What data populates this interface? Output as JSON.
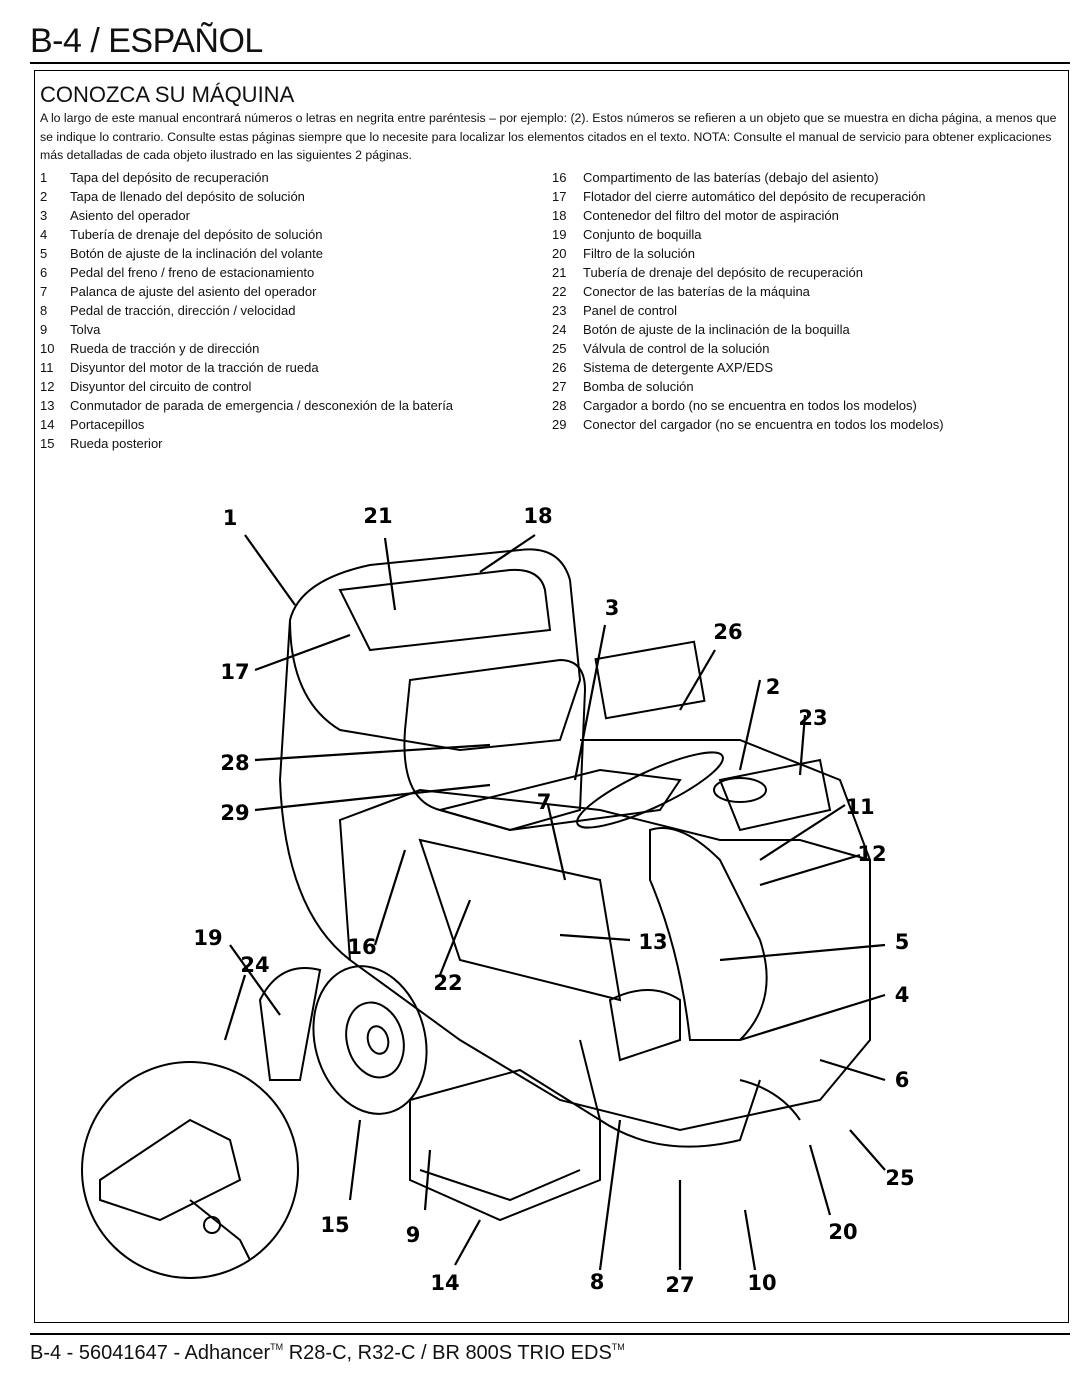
{
  "header": {
    "title": "B-4 / ESPAÑOL"
  },
  "section": {
    "title": "CONOZCA SU MÁQUINA",
    "intro": "A lo largo de este manual encontrará números o letras en negrita entre paréntesis – por ejemplo: (2). Estos números se refieren a un objeto que se muestra en dicha página, a menos que se indique lo contrario. Consulte estas páginas siempre que lo necesite para localizar los elementos citados en el texto. NOTA: Consulte el manual de servicio para obtener explicaciones más detalladas de cada objeto ilustrado en las siguientes 2 páginas."
  },
  "parts_left": [
    {
      "n": "1",
      "label": "Tapa del depósito de recuperación"
    },
    {
      "n": "2",
      "label": "Tapa de llenado del depósito de solución"
    },
    {
      "n": "3",
      "label": "Asiento del operador"
    },
    {
      "n": "4",
      "label": "Tubería de drenaje del depósito de solución"
    },
    {
      "n": "5",
      "label": "Botón de ajuste de la inclinación del volante"
    },
    {
      "n": "6",
      "label": "Pedal del freno / freno de estacionamiento"
    },
    {
      "n": "7",
      "label": "Palanca de ajuste del asiento del operador"
    },
    {
      "n": "8",
      "label": "Pedal de tracción, dirección / velocidad"
    },
    {
      "n": "9",
      "label": "Tolva"
    },
    {
      "n": "10",
      "label": "Rueda de tracción y de dirección"
    },
    {
      "n": "11",
      "label": "Disyuntor del motor de la tracción de rueda"
    },
    {
      "n": "12",
      "label": "Disyuntor del circuito de control"
    },
    {
      "n": "13",
      "label": "Conmutador de parada de emergencia / desconexión de la batería"
    },
    {
      "n": "14",
      "label": "Portacepillos"
    },
    {
      "n": "15",
      "label": "Rueda posterior"
    }
  ],
  "parts_right": [
    {
      "n": "16",
      "label": "Compartimento de las baterías (debajo del asiento)"
    },
    {
      "n": "17",
      "label": "Flotador del cierre automático del depósito de recuperación"
    },
    {
      "n": "18",
      "label": "Contenedor del filtro del motor de aspiración"
    },
    {
      "n": "19",
      "label": "Conjunto de boquilla"
    },
    {
      "n": "20",
      "label": "Filtro de la solución"
    },
    {
      "n": "21",
      "label": "Tubería de drenaje del depósito de recuperación"
    },
    {
      "n": "22",
      "label": "Conector de las baterías de la máquina"
    },
    {
      "n": "23",
      "label": "Panel de control"
    },
    {
      "n": "24",
      "label": "Botón de ajuste de la inclinación de la boquilla"
    },
    {
      "n": "25",
      "label": "Válvula de control de la solución"
    },
    {
      "n": "26",
      "label": "Sistema de detergente AXP/EDS"
    },
    {
      "n": "27",
      "label": "Bomba de solución"
    },
    {
      "n": "28",
      "label": "Cargador a bordo (no se encuentra en todos los modelos)"
    },
    {
      "n": "29",
      "label": "Conector del cargador (no se encuentra en todos los modelos)"
    }
  ],
  "callouts": [
    "1",
    "21",
    "18",
    "3",
    "26",
    "17",
    "2",
    "23",
    "28",
    "7",
    "11",
    "29",
    "12",
    "19",
    "16",
    "13",
    "5",
    "22",
    "4",
    "6",
    "24",
    "25",
    "15",
    "9",
    "20",
    "14",
    "8",
    "27",
    "10"
  ],
  "footer": {
    "prefix": "B-4 - 56041647 - Adhancer",
    "tm1": "TM",
    "middle": " R28-C, R32-C / BR 800S TRIO EDS",
    "tm2": "TM"
  }
}
